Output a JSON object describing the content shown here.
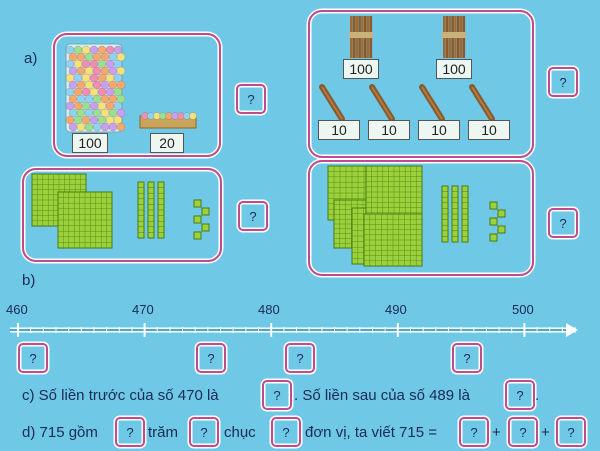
{
  "part_a_label": "a)",
  "part_b_label": "b)",
  "placeholder": "?",
  "panel1": {
    "jar_label": "100",
    "tray_label": "20"
  },
  "panel2": {
    "bundle_labels": [
      "100",
      "100"
    ],
    "stick_labels": [
      "10",
      "10",
      "10",
      "10"
    ]
  },
  "number_line": {
    "ticks": [
      "460",
      "470",
      "480",
      "490",
      "500"
    ]
  },
  "part_c": {
    "text1": "c) Số liền trước của số 470 là",
    "text2": ". Số liền sau của số 489 là",
    "text3": "."
  },
  "part_d": {
    "text1": "d) 715 gồm",
    "text2": "trăm",
    "text3": "chục",
    "text4": "đơn vị, ta viết 715 =",
    "plus": "+"
  },
  "colors": {
    "background": "#6ec8e6",
    "frame": "#c24a8e",
    "block": "#9bd23c"
  }
}
